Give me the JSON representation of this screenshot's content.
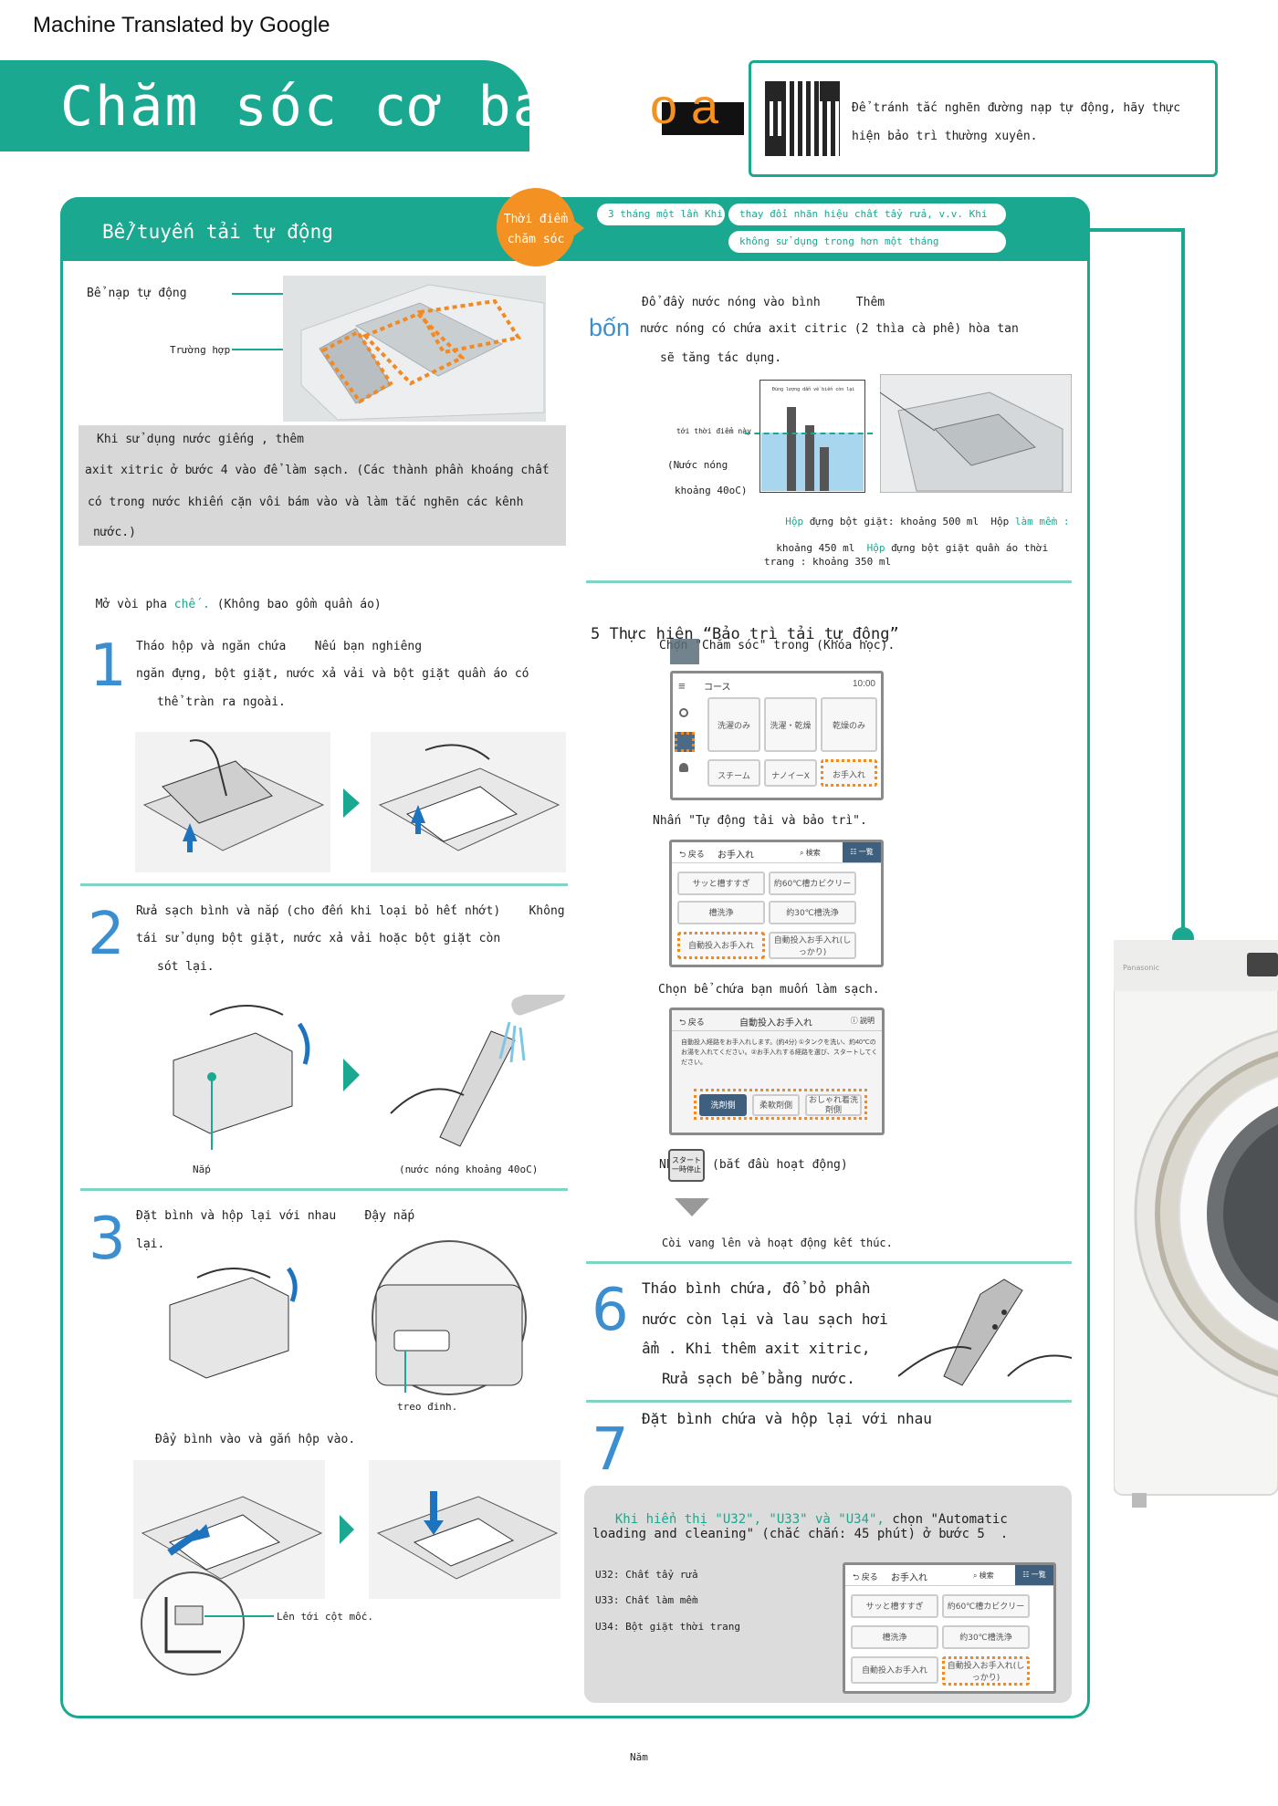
{
  "header": {
    "machine_translated": "Machine Translated by Google",
    "title": "Chăm sóc cơ bản",
    "title_overflow": "o a",
    "note": "Để tránh tắc nghẽn đường nạp tự động, hãy thực hiện bảo trì thường xuyên."
  },
  "panel": {
    "title": "Bể/tuyến tải tự động",
    "badge": "Thời điểm chăm sóc",
    "timing": [
      "3 tháng một lần Khi",
      "thay đổi nhãn hiệu chất tẩy rửa, v.v. Khi",
      "không sử dụng trong hơn một tháng"
    ]
  },
  "left": {
    "label_tank": "Bể nạp tự động",
    "label_case": "Trường hợp",
    "well_water_note": [
      "Khi sử dụng nước giếng , thêm",
      "axit xitric ở bước 4 vào để làm sạch. (Các thành phần khoáng chất",
      "có trong nước khiến cặn vôi bám vào và làm tắc nghẽn các kênh",
      "nước.)"
    ],
    "open_tap_prefix": "Mở vòi pha",
    "open_tap_green": "chế .",
    "open_tap_suffix": "(Không bao gồm quần áo)",
    "step1": {
      "num": "1",
      "lines": [
        "Tháo hộp và ngăn chứa    Nếu bạn nghiêng",
        "ngăn đựng, bột giặt, nước xả vải và bột giặt quần áo có",
        "thể tràn ra ngoài."
      ]
    },
    "step2": {
      "num": "2",
      "lines": [
        "Rửa sạch bình và nắp (cho đến khi loại bỏ hết nhớt)    Không",
        "tái sử dụng bột giặt, nước xả vải hoặc bột giặt còn",
        "sót lại."
      ],
      "cap_label": "Nắp",
      "hot_water": "(nước nóng khoảng 40oC)"
    },
    "step3": {
      "num": "3",
      "lines": [
        "Đặt bình và hộp lại với nhau    Đậy nắp",
        "lại."
      ],
      "hook": "treo đinh.",
      "push": "Đẩy bình vào và gắn hộp vào.",
      "milestone": "Lên tới cột mốc."
    }
  },
  "right": {
    "step4": {
      "num": "bốn",
      "lines": [
        "Đổ đầy nước nóng vào bình     Thêm",
        "nước nóng có chứa axit citric (2 thìa cà phê) hòa tan",
        "sẽ tăng tác dụng."
      ],
      "to_this_point": "tới thời điểm này",
      "hot_water": "(Nước nóng",
      "approx_temp": "khoảng 40oC)",
      "chart_caption": "Đúng lượng dẫn về biến còn lại",
      "volumes_l1_a": "Hộp",
      "volumes_l1_b": "đựng bột giặt: khoảng 500 ml  Hộp",
      "volumes_l1_c": "làm mềm :",
      "volumes_l2_a": "khoảng 450 ml",
      "volumes_l2_b": "Hộp",
      "volumes_l2_c": "đựng bột giặt quần áo thời",
      "volumes_l3": "trang : khoảng 350 ml"
    },
    "step5": {
      "title": "5 Thực hiện “Bảo trì tải tự động”",
      "choose_care": "Chọn \"Chăm sóc\" trong (Khóa học).",
      "press_auto": "Nhấn \"Tự động tải và bảo trì\".",
      "choose_tank": "Chọn bể chứa bạn muốn làm sạch.",
      "press": "Nhấn",
      "start_btn": "スタート一時停止",
      "start_note": "(bắt đầu hoạt động)",
      "buzzer": "Còi vang lên và hoạt động kết thúc."
    },
    "step6": {
      "num": "6",
      "lines": [
        "Tháo bình chứa, đổ bỏ phần",
        "nước còn lại và lau sạch hơi",
        "ẩm . Khi thêm axit xitric,",
        "Rửa sạch bể bằng nước."
      ]
    },
    "step7": {
      "num": "7",
      "text": "Đặt bình chứa và hộp lại với nhau"
    },
    "error_box": {
      "green": "Khi hiển thị \"U32\", \"U33\" và \"U34\",",
      "rest": "chọn \"Automatic",
      "line2": "loading and cleaning\" (chắc chắn: 45 phút) ở bước 5  .",
      "codes": [
        "U32: Chất tẩy rửa",
        "U33: Chất làm mềm",
        "U34: Bột giặt thời trang"
      ]
    }
  },
  "screens": {
    "s1": {
      "course": "コース",
      "time": "10:00",
      "btns": [
        "洗濯のみ",
        "洗濯・乾燥",
        "乾燥のみ"
      ],
      "small": [
        "スチーム",
        "ナノイーX",
        "お手入れ"
      ]
    },
    "s2": {
      "back": "戻る",
      "title": "お手入れ",
      "search": "検索",
      "list": "一覧",
      "btns": [
        "サッと槽すすぎ",
        "約60℃槽カビクリーン",
        "槽洗浄",
        "約30℃槽洗浄",
        "自動投入お手入れ",
        "自動投入お手入れ(しっかり)"
      ]
    },
    "s3": {
      "back": "戻る",
      "title": "自動投入お手入れ",
      "help": "説明",
      "body": "自動投入経路をお手入れします。(約4分) ①タンクを洗い、約40℃のお湯を入れてください。②お手入れする経路を選び、スタートしてください。",
      "btns": [
        "洗剤側",
        "柔軟剤側",
        "おしゃれ着洗剤側"
      ]
    }
  },
  "footer": {
    "page": "Năm"
  },
  "colors": {
    "accent": "#1aa890",
    "badge": "#f39122",
    "dash": "#f08a24",
    "number": "#3b8fd0"
  }
}
